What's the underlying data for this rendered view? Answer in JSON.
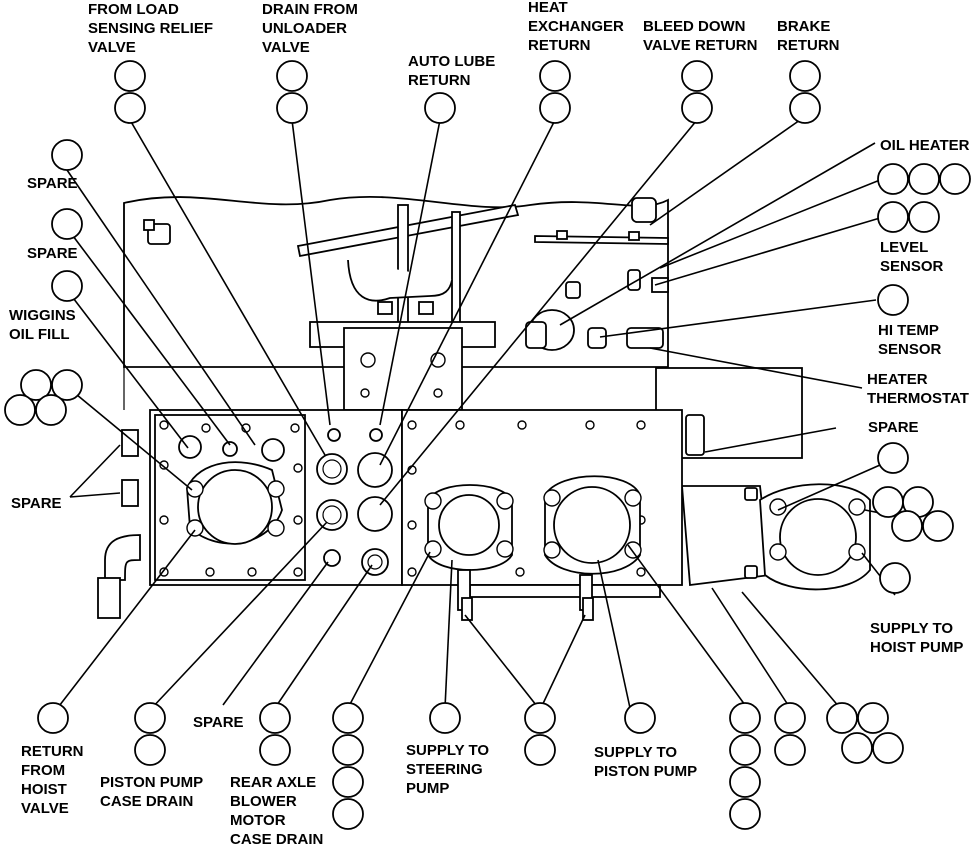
{
  "labels": {
    "from_load": [
      "FROM LOAD",
      "SENSING RELIEF",
      "VALVE"
    ],
    "drain_unloader": [
      "DRAIN FROM",
      "UNLOADER",
      "VALVE"
    ],
    "auto_lube": [
      "AUTO LUBE",
      "RETURN"
    ],
    "heat_exchanger": [
      "HEAT",
      "EXCHANGER",
      "RETURN"
    ],
    "bleed_down": [
      "BLEED DOWN",
      "VALVE RETURN"
    ],
    "brake": [
      "BRAKE",
      "RETURN"
    ],
    "oil_heater": [
      "OIL HEATER"
    ],
    "level_sensor": [
      "LEVEL",
      "SENSOR"
    ],
    "hi_temp": [
      "HI TEMP",
      "SENSOR"
    ],
    "heater_thermostat": [
      "HEATER",
      "THERMOSTAT"
    ],
    "spare_right": [
      "SPARE"
    ],
    "supply_hoist": [
      "SUPPLY TO",
      "HOIST PUMP"
    ],
    "spare_1": [
      "SPARE"
    ],
    "spare_2": [
      "SPARE"
    ],
    "wiggins": [
      "WIGGINS",
      "OIL FILL"
    ],
    "spare_left": [
      "SPARE"
    ],
    "return_hoist": [
      "RETURN",
      "FROM",
      "HOIST",
      "VALVE"
    ],
    "piston_case": [
      "PISTON PUMP",
      "CASE DRAIN"
    ],
    "spare_bottom": [
      "SPARE"
    ],
    "rear_axle": [
      "REAR AXLE",
      "BLOWER",
      "MOTOR",
      "CASE DRAIN"
    ],
    "supply_steering": [
      "SUPPLY TO",
      "STEERING",
      "PUMP"
    ],
    "supply_piston": [
      "SUPPLY TO",
      "PISTON PUMP"
    ]
  }
}
